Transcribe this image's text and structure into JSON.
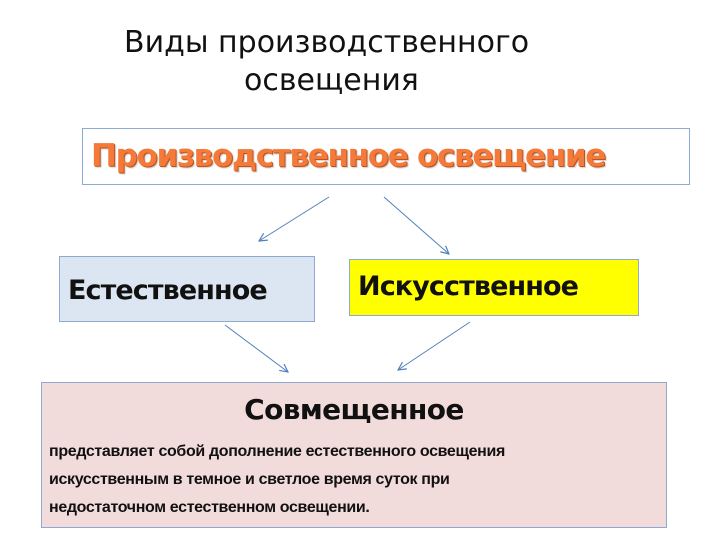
{
  "slide": {
    "title_line1": "Виды производственного",
    "title_line2": "освещения"
  },
  "diagram": {
    "top_node": {
      "label": "Производственное освещение",
      "text_color": "#f47a3a"
    },
    "natural_node": {
      "label": "Естественное",
      "fill_color": "#dce6f2"
    },
    "artificial_node": {
      "label": "Искусственное",
      "fill_color": "#ffff00"
    },
    "combined_node": {
      "label": "Совмещенное",
      "fill_color": "#f2dcdb",
      "description_lines": [
        "представляет собой дополнение естественного освещения",
        "искусственным в темное и светлое время суток при",
        "недостаточном естественном освещении."
      ]
    },
    "arrow_color": "#4f81bd",
    "border_color": "#8eaad3"
  }
}
